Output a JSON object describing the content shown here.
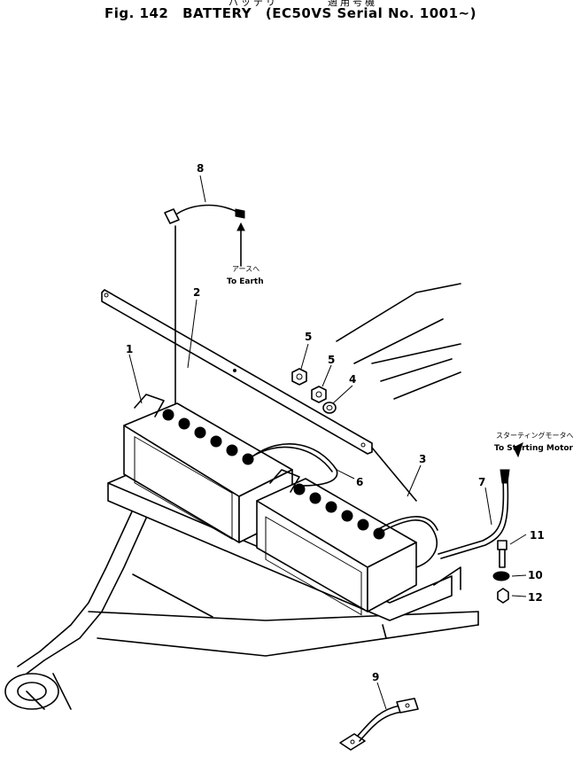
{
  "figure": {
    "jp_title": "バッテリ",
    "jp_serial": "適用号機",
    "fig_no": "Fig. 142",
    "name": "BATTERY",
    "serial": "(EC50VS Serial No. 1001~)"
  },
  "notes": {
    "earth_jp": "アースへ",
    "earth_en": "To Earth",
    "motor_jp": "スターティングモータへ",
    "motor_en": "To Starting Motor"
  },
  "callouts": [
    "1",
    "2",
    "3",
    "4",
    "5",
    "5",
    "6",
    "7",
    "8",
    "9",
    "10",
    "11",
    "12"
  ]
}
